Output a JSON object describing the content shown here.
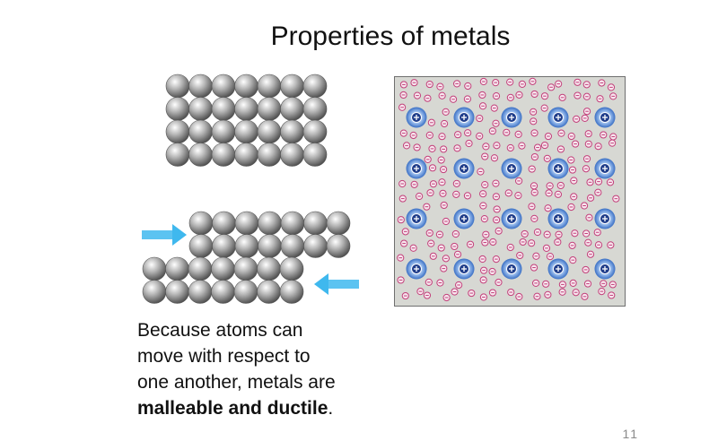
{
  "slide": {
    "title": "Properties of metals",
    "caption": {
      "line1": "Because atoms can",
      "line2": "move with respect to",
      "line3": "one another, metals are",
      "line4_bold": "malleable and ductile",
      "line4_end": "."
    },
    "page_number": "11"
  },
  "electron_sea": {
    "cation_symbol": "+",
    "electron_symbol": "−"
  },
  "colors": {
    "atom": "#9a9a9a",
    "arrow": "#3fb8ee",
    "cation": "#3a6fc4",
    "electron": "#c2407a",
    "sea_background": "#d7d8d3"
  }
}
